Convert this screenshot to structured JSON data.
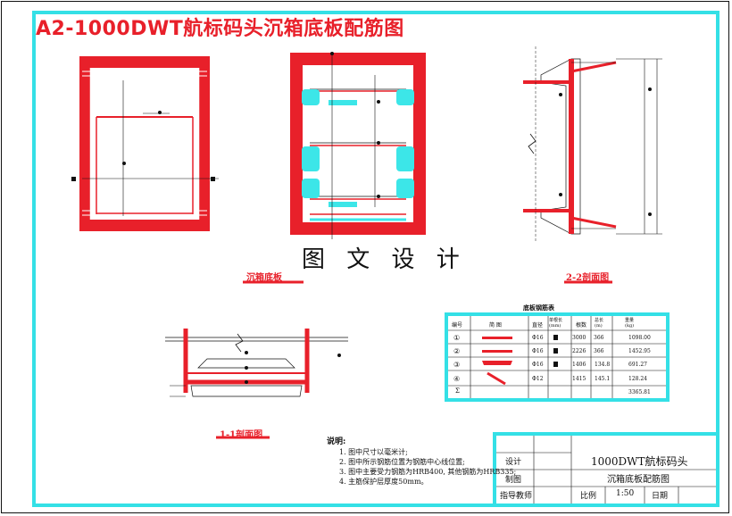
{
  "title": "A2-1000DWT航标码头沉箱底板配筋图",
  "watermark": "图 文 设 计",
  "labels": {
    "plan": "沉箱底板",
    "plan_small": "",
    "section22": "2-2剖面图",
    "section11": "1-1剖面图"
  },
  "table": {
    "title": "底板钢筋表",
    "headers": [
      "编号",
      "简 图",
      "直径",
      "单根长\n(mm)",
      "根数",
      "总长\n(m)",
      "重量\n(kg)"
    ],
    "rows": [
      {
        "no": "①",
        "dia": "Φ16",
        "len": "3000",
        "count": "366",
        "total": "",
        "weight": "1098.00"
      },
      {
        "no": "②",
        "dia": "Φ16",
        "len": "2226",
        "count": "366",
        "total": "",
        "weight": "1452.95"
      },
      {
        "no": "③",
        "dia": "Φ16",
        "len": "1406",
        "count": "",
        "total": "134.8",
        "weight": "691.27"
      },
      {
        "no": "④",
        "dia": "Φ12",
        "len": "1415",
        "count": "",
        "total": "145.1",
        "weight": "128.24"
      },
      {
        "no": "Σ",
        "dia": "",
        "len": "",
        "count": "",
        "total": "",
        "weight": "3365.81"
      }
    ]
  },
  "notes": {
    "heading": "说明:",
    "items": [
      "1. 图中尺寸以毫米计;",
      "2. 图中所示钢筋位置为钢筋中心线位置;",
      "3. 图中主要受力钢筋为HRB400, 其他钢筋为HRB335;",
      "4. 主筋保护层厚度50mm。"
    ]
  },
  "title_block": {
    "design": "设计",
    "draw": "制图",
    "review": "指导教师",
    "project_line1": "1000DWT航标码头",
    "project_line2": "沉箱底板配筋图",
    "scale_label": "比例",
    "scale_value": "1:50",
    "date_label": "日期"
  },
  "colors": {
    "frame": "#34e0e6",
    "rebar": "#e8202a",
    "accent": "#3ce6e8",
    "ink": "#111111"
  }
}
